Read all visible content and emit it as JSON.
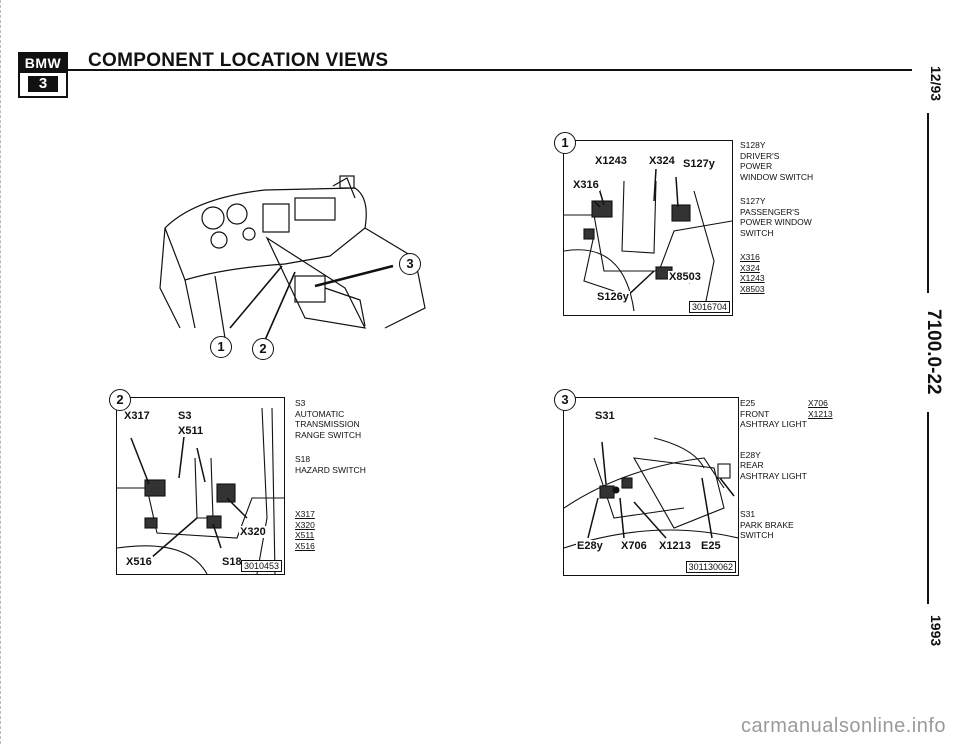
{
  "header": {
    "logo_brand": "BMW",
    "logo_model": "3",
    "title": "COMPONENT LOCATION VIEWS"
  },
  "side": {
    "date": "12/93",
    "section": "7100.0-22",
    "year": "1993"
  },
  "overview": {
    "callouts": [
      "1",
      "2",
      "3"
    ]
  },
  "figure1": {
    "number": "1",
    "labels": [
      "X1243",
      "X324",
      "S127y",
      "X316",
      "X8503",
      "S126y"
    ],
    "ref": "3016704",
    "legend": {
      "s128y": [
        "S128y",
        "DRIVER'S",
        "POWER",
        "WINDOW SWITCH"
      ],
      "s127y": [
        "S127y",
        "PASSENGER'S",
        "POWER WINDOW",
        "SWITCH"
      ],
      "connectors": [
        "X316",
        "X324",
        "X1243",
        "X8503"
      ]
    }
  },
  "figure2": {
    "number": "2",
    "labels": [
      "X317",
      "S3",
      "X511",
      "X320",
      "X516",
      "S18"
    ],
    "ref": "3010453",
    "legend": {
      "s3": [
        "S3",
        "AUTOMATIC",
        "TRANSMISSION",
        "RANGE SWITCH"
      ],
      "s18": [
        "S18",
        "HAZARD SWITCH"
      ],
      "connectors": [
        "X317",
        "X320",
        "X511",
        "X516"
      ]
    }
  },
  "figure3": {
    "number": "3",
    "labels": [
      "S31",
      "E28y",
      "X706",
      "X1213",
      "E25"
    ],
    "ref": "301130062",
    "legend": {
      "e25": [
        "E25",
        "FRONT",
        "ASHTRAY LIGHT"
      ],
      "e28y": [
        "E28y",
        "REAR",
        "ASHTRAY LIGHT"
      ],
      "s31": [
        "S31",
        "PARK BRAKE",
        "SWITCH"
      ],
      "connectors": [
        "X706",
        "X1213"
      ]
    }
  },
  "watermark": "carmanualsonline.info"
}
